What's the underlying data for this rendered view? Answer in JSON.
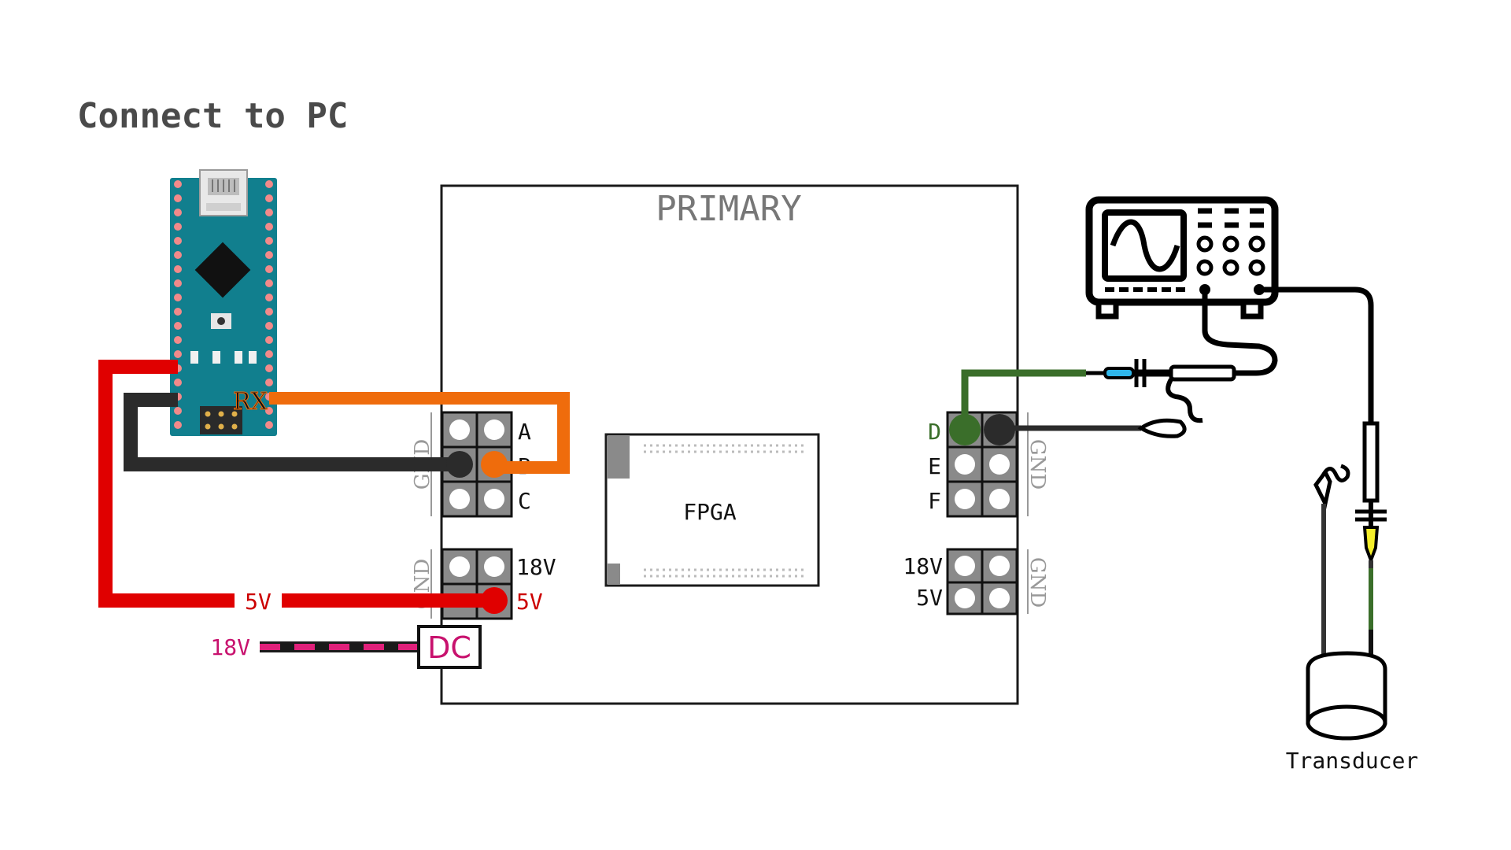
{
  "title": "Connect to PC",
  "board": {
    "label": "PRIMARY",
    "chip_label": "FPGA",
    "left_header": {
      "rows": [
        "A",
        "B",
        "C"
      ],
      "gnd": "GND"
    },
    "left_power": {
      "rows": [
        "18V",
        "5V"
      ],
      "gnd": "GND"
    },
    "right_header": {
      "rows": [
        "D",
        "E",
        "F"
      ],
      "gnd": "GND"
    },
    "right_power": {
      "rows": [
        "18V",
        "5V"
      ],
      "gnd": "GND"
    },
    "dc_jack": "DC"
  },
  "arduino": {
    "rx_label": "RX"
  },
  "wires": {
    "five_v_label": "5V",
    "eighteen_v_label": "18V"
  },
  "transducer_label": "Transducer",
  "colors": {
    "red": "#e00000",
    "orange": "#ef6c0c",
    "black": "#2b2b2b",
    "green": "#3a6e2a",
    "magenta": "#c8126e",
    "arduino": "#117f8e"
  }
}
